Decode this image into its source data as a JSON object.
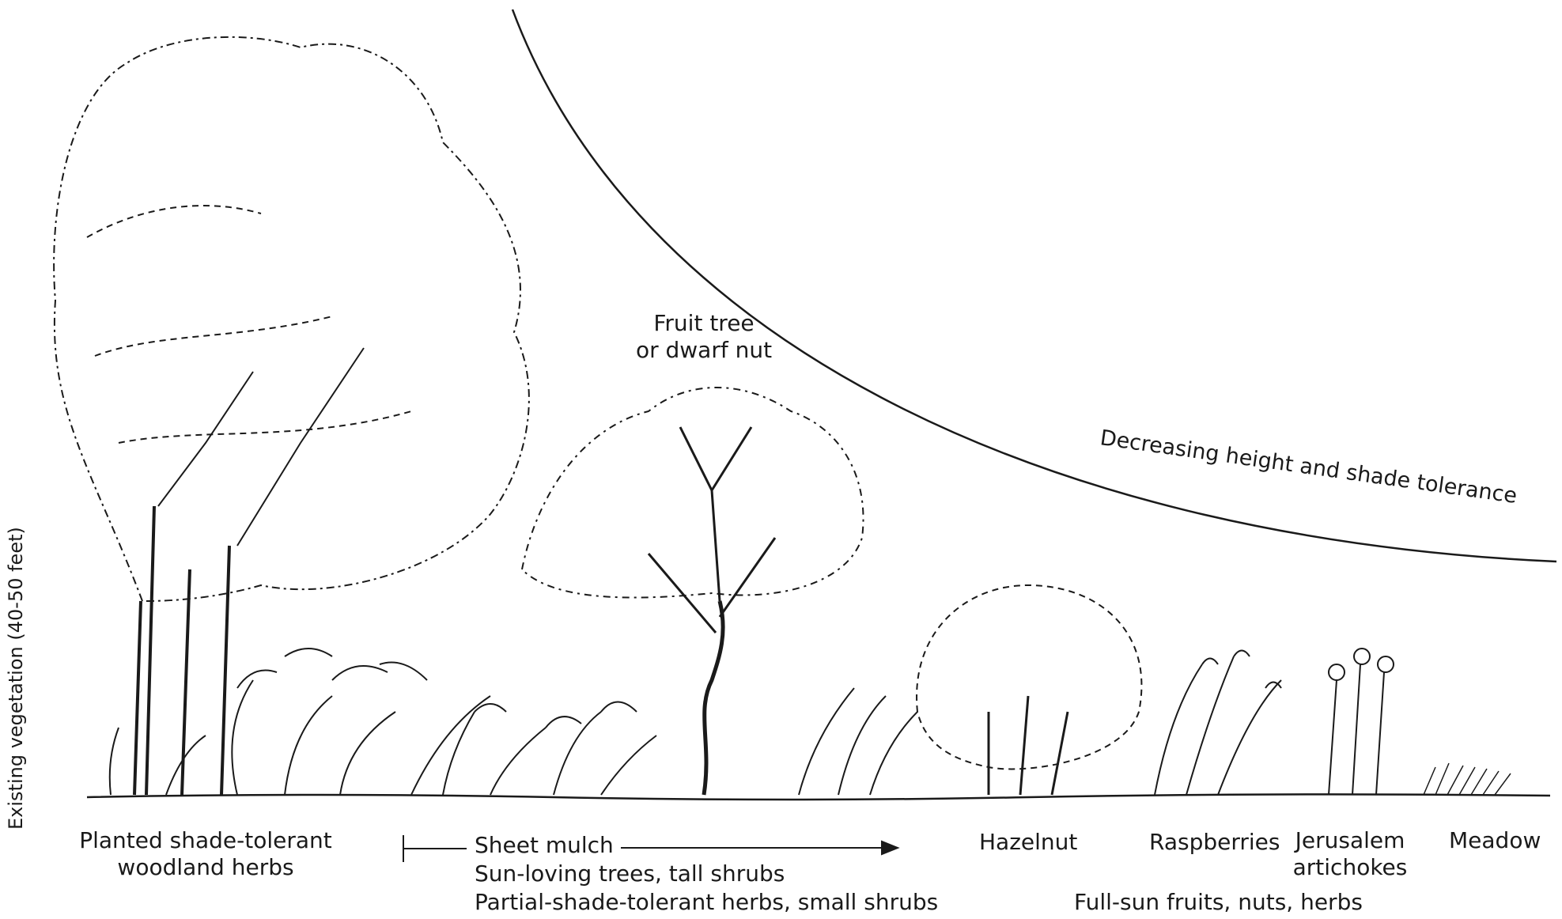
{
  "labels": {
    "existing_vegetation": "Existing vegetation (40-50 feet)",
    "fruit_tree_line1": "Fruit tree",
    "fruit_tree_line2": "or dwarf nut",
    "curve_label": "Decreasing height and shade tolerance",
    "shade_herbs_line1": "Planted shade-tolerant",
    "shade_herbs_line2": "woodland herbs",
    "sheet_mulch": "Sheet mulch",
    "sun_trees": "Sun-loving trees, tall shrubs",
    "partial_shade": "Partial-shade-tolerant herbs, small shrubs",
    "hazelnut": "Hazelnut",
    "raspberries": "Raspberries",
    "jerusalem_line1": "Jerusalem",
    "jerusalem_line2": "artichokes",
    "meadow": "Meadow",
    "full_sun": "Full-sun fruits, nuts, herbs"
  }
}
